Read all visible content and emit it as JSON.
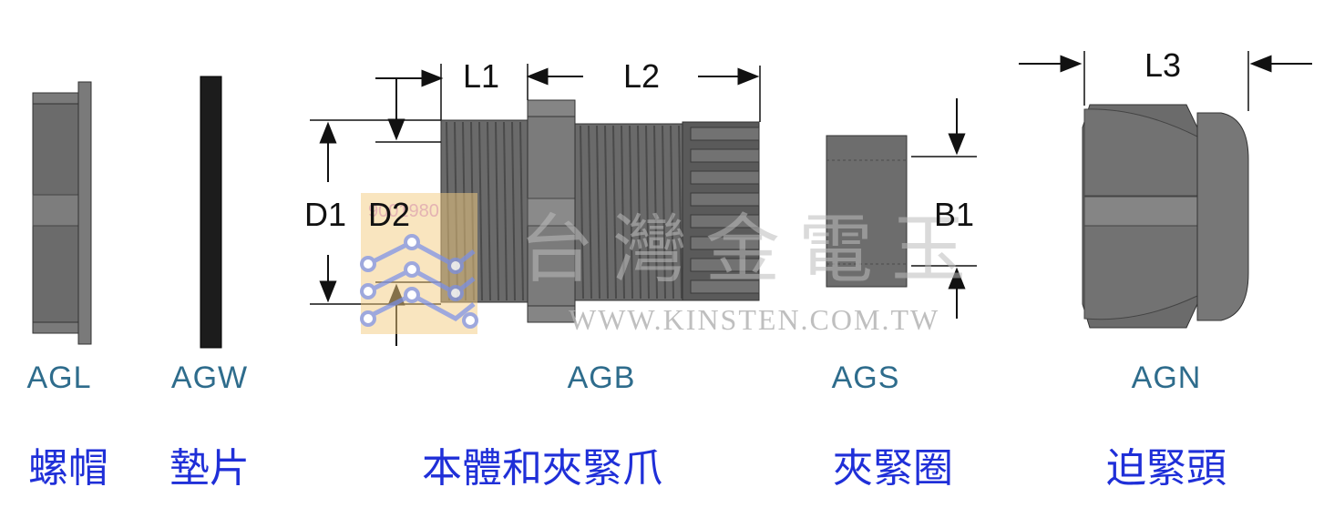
{
  "colors": {
    "part_code": "#2e6c8c",
    "part_name": "#1f2fd8",
    "part_fill": "#6b6b6b",
    "part_light": "#7e7e7e",
    "part_dark": "#555555",
    "line": "#111111",
    "watermark": "#bcbcbc",
    "logo_blue": "#8e9ad8",
    "logo_orange": "#f4cc80"
  },
  "dimensions": {
    "l1": "L1",
    "l2": "L2",
    "l3": "L3",
    "d1": "D1",
    "d2": "D2",
    "b1": "B1"
  },
  "watermark": {
    "text": "台灣金電玉",
    "url": "WWW.KINSTEN.COM.TW",
    "logo_number": "9001980"
  },
  "parts": [
    {
      "code": "AGL",
      "name": "螺帽"
    },
    {
      "code": "AGW",
      "name": "墊片"
    },
    {
      "code": "AGB",
      "name": "本體和夾緊爪"
    },
    {
      "code": "AGS",
      "name": "夾緊圈"
    },
    {
      "code": "AGN",
      "name": "迫緊頭"
    }
  ]
}
